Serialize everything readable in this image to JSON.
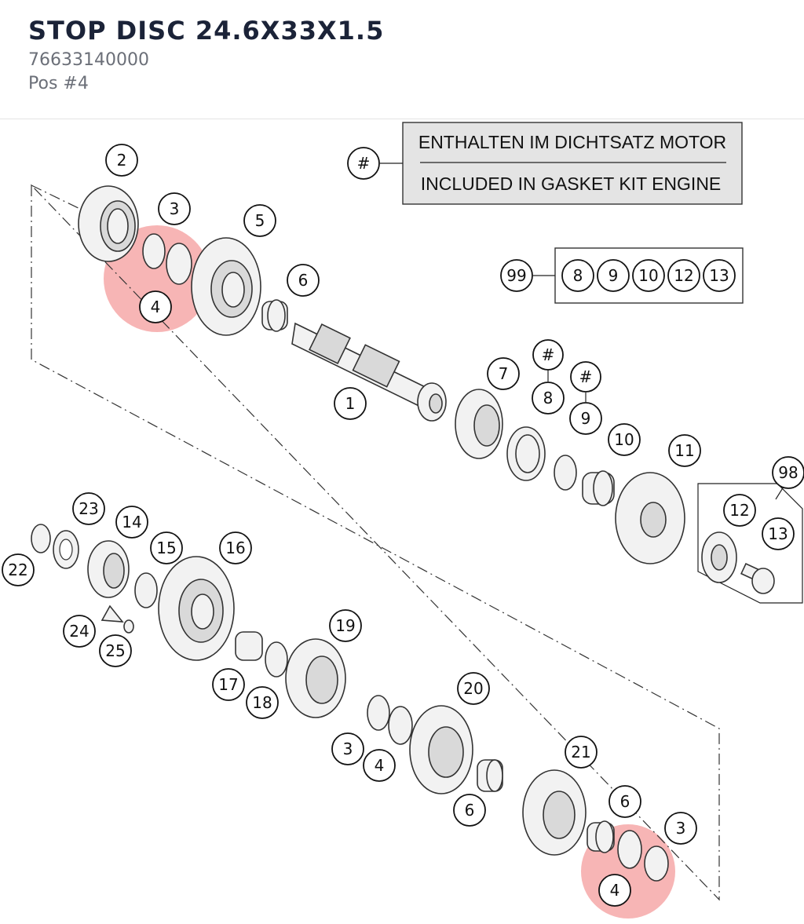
{
  "header": {
    "title": "STOP DISC 24.6X33X1.5",
    "part_number": "76633140000",
    "position": "Pos #4"
  },
  "legend": {
    "symbol": "#",
    "line1": "ENTHALTEN IM DICHTSATZ MOTOR",
    "line2": "INCLUDED IN GASKET KIT ENGINE"
  },
  "kit99": {
    "label": "99",
    "items": [
      "8",
      "9",
      "10",
      "12",
      "13"
    ]
  },
  "kit98": {
    "label": "98",
    "items": [
      "12",
      "13"
    ]
  },
  "callouts": {
    "c1": "1",
    "c2": "2",
    "c3a": "3",
    "c4a": "4",
    "c5": "5",
    "c6a": "6",
    "c7": "7",
    "c8": "8",
    "c8h": "#",
    "c9": "9",
    "c9h": "#",
    "c10": "10",
    "c11": "11",
    "c14": "14",
    "c15": "15",
    "c16": "16",
    "c17": "17",
    "c18": "18",
    "c19": "19",
    "c20": "20",
    "c21": "21",
    "c22": "22",
    "c23": "23",
    "c24": "24",
    "c25": "25",
    "c3b": "3",
    "c4b": "4",
    "c6b": "6",
    "c6c": "6",
    "c3c": "3",
    "c4c": "4"
  },
  "highlight_color": "#f5a3a3"
}
